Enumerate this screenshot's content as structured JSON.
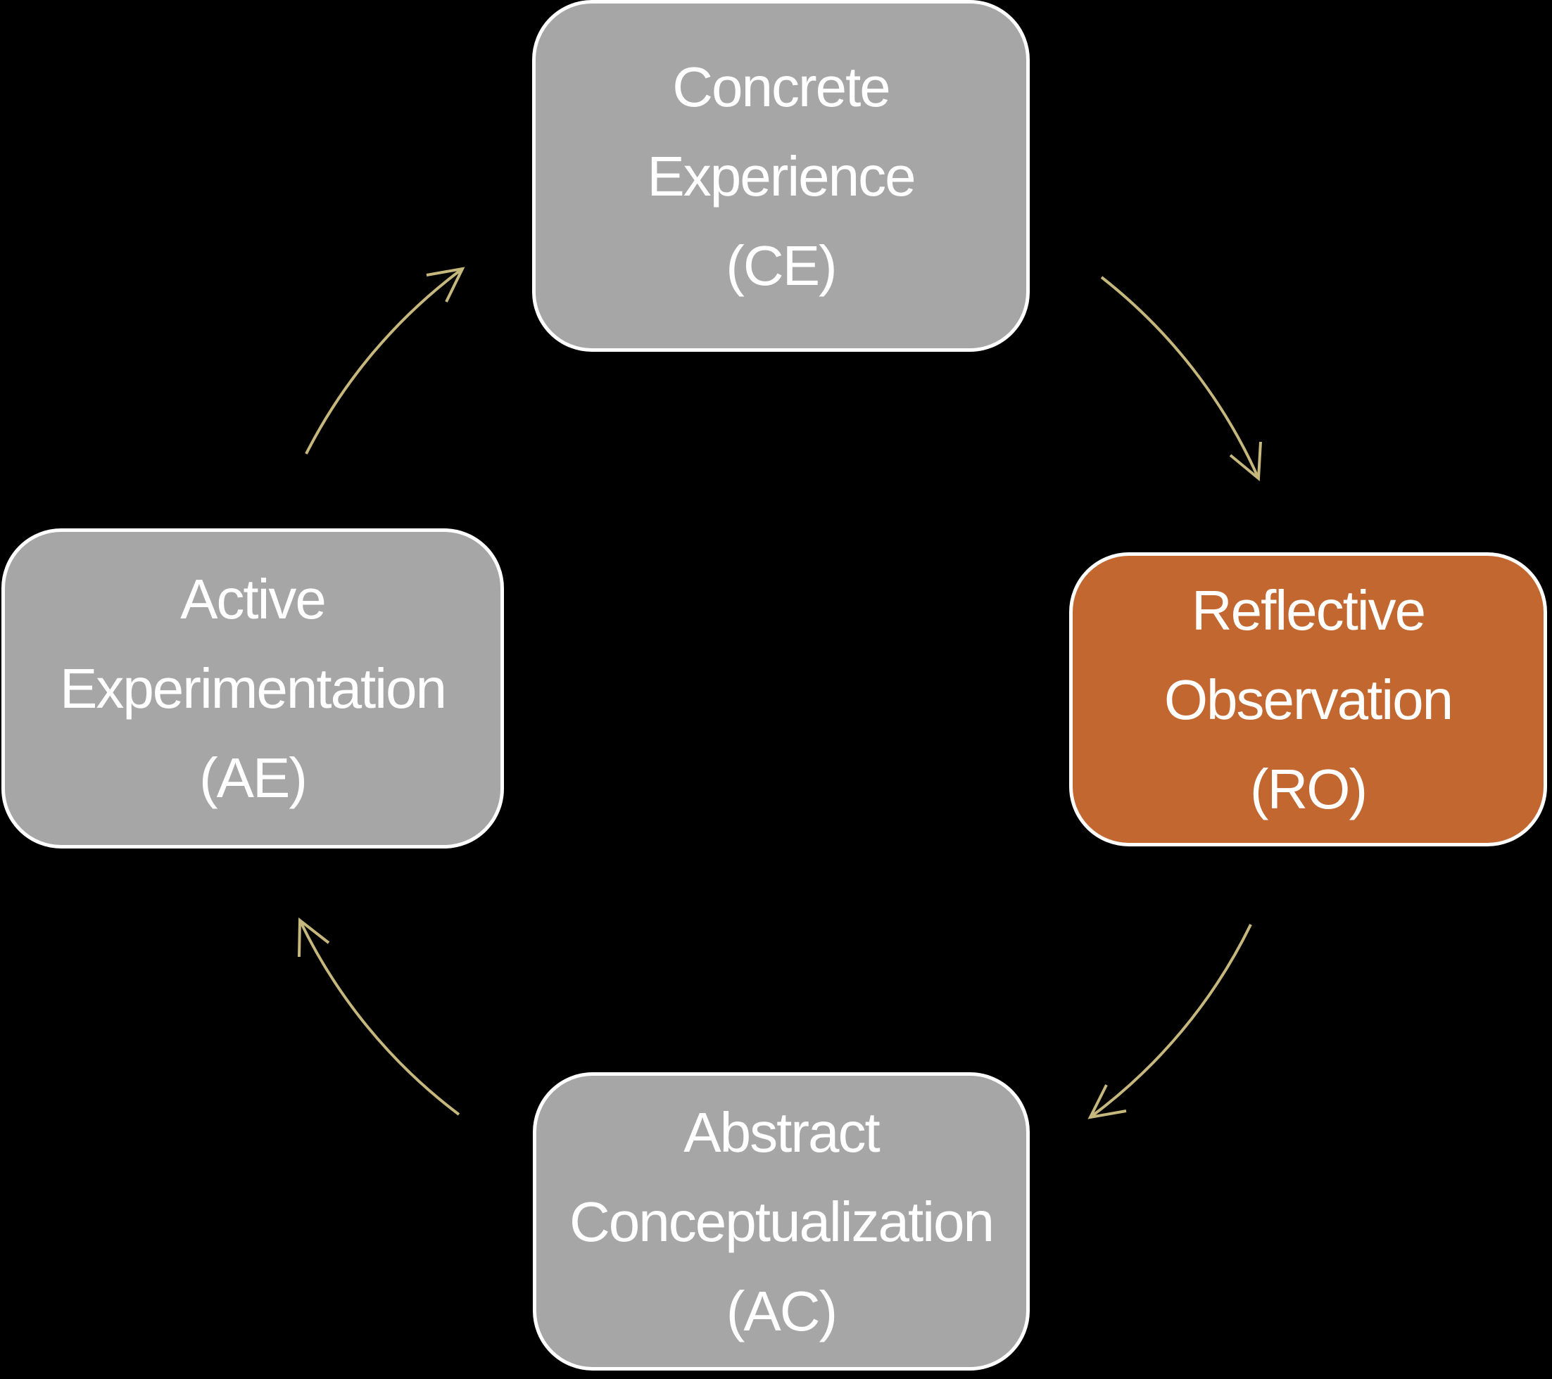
{
  "colors": {
    "background": "#000000",
    "node_gray": "#a6a6a6",
    "node_highlight": "#c2672f",
    "node_border": "#ffffff",
    "text": "#ffffff",
    "arrow": "#c6b77d"
  },
  "nodes": [
    {
      "id": "ce",
      "abbr": "CE",
      "highlighted": false,
      "fill": "#a6a6a6",
      "lines": [
        "Concrete",
        "Experience",
        "(CE)"
      ]
    },
    {
      "id": "ro",
      "abbr": "RO",
      "highlighted": true,
      "fill": "#c2672f",
      "lines": [
        "Reflective",
        "Observation",
        "(RO)"
      ]
    },
    {
      "id": "ac",
      "abbr": "AC",
      "highlighted": false,
      "fill": "#a6a6a6",
      "lines": [
        "Abstract",
        "Conceptualization",
        "(AC)"
      ]
    },
    {
      "id": "ae",
      "abbr": "AE",
      "highlighted": false,
      "fill": "#a6a6a6",
      "lines": [
        "Active",
        "Experimentation",
        "(AE)"
      ]
    }
  ],
  "edges": [
    {
      "from": "CE",
      "to": "RO"
    },
    {
      "from": "RO",
      "to": "AC"
    },
    {
      "from": "AC",
      "to": "AE"
    },
    {
      "from": "AE",
      "to": "CE"
    }
  ]
}
